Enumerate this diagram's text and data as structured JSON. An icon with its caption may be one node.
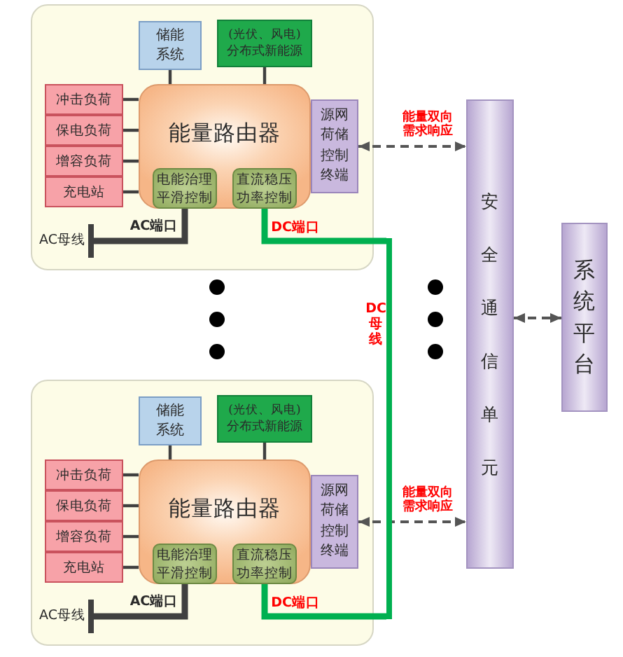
{
  "diagram": {
    "nodes": [
      {
        "text": [],
        "shape": "box"
      },
      {
        "text": [
          "储能系统"
        ],
        "in": 0
      },
      {
        "text": [
          "(光伏、风电)",
          "分布式新能源"
        ],
        "in": 0
      },
      {
        "text": [
          "冲击负荷"
        ],
        "in": 0
      },
      {
        "text": [
          "保电负荷"
        ],
        "in": 0
      },
      {
        "text": [
          "增容负荷"
        ],
        "in": 0
      },
      {
        "text": [
          "充电站"
        ],
        "in": 0
      },
      {
        "text": [
          "能量路由器"
        ],
        "in": 0
      },
      {
        "text": [
          "电能治理平滑控制"
        ],
        "in": 7
      },
      {
        "text": [
          "直流稳压功率控制"
        ],
        "in": 7
      },
      {
        "text": [
          "源网荷储控制终端"
        ],
        "in": 0
      },
      {
        "text": [],
        "shape": "bar",
        "beside": [
          "AC母线"
        ],
        "in": 0
      },
      {
        "text": [],
        "shape": "bar",
        "beside": [
          "DC母线"
        ]
      },
      {
        "text": [
          "安全通信单元"
        ]
      },
      {
        "text": [
          "系统平台"
        ]
      },
      {
        "text": [],
        "shape": "box"
      },
      {
        "text": [
          "储能系统"
        ],
        "in": 15
      },
      {
        "text": [
          "(光伏、风电)",
          "分布式新能源"
        ],
        "in": 15
      },
      {
        "text": [
          "冲击负荷"
        ],
        "in": 15
      },
      {
        "text": [
          "保电负荷"
        ],
        "in": 15
      },
      {
        "text": [
          "增容负荷"
        ],
        "in": 15
      },
      {
        "text": [
          "充电站"
        ],
        "in": 15
      },
      {
        "text": [
          "能量路由器"
        ],
        "in": 15
      },
      {
        "text": [
          "电能治理平滑控制"
        ],
        "in": 22
      },
      {
        "text": [
          "直流稳压功率控制"
        ],
        "in": 22
      },
      {
        "text": [
          "源网荷储控制终端"
        ],
        "in": 15
      },
      {
        "text": [],
        "shape": "bar",
        "beside": [
          "AC母线"
        ],
        "in": 15
      }
    ],
    "edges": [
      {
        "from": 1,
        "to": 7,
        "arrow": "none"
      },
      {
        "from": 2,
        "to": 7,
        "arrow": "none"
      },
      {
        "from": 3,
        "to": 7,
        "arrow": "none"
      },
      {
        "from": 4,
        "to": 7,
        "arrow": "none"
      },
      {
        "from": 5,
        "to": 7,
        "arrow": "none"
      },
      {
        "from": 6,
        "to": 7,
        "arrow": "none"
      },
      {
        "from": 8,
        "to": 11,
        "arrow": "none",
        "label": "AC端口",
        "style": "thick"
      },
      {
        "from": 9,
        "to": 12,
        "arrow": "none",
        "label": "DC端口",
        "style": "thick",
        "color": "#00b050"
      },
      {
        "from": 10,
        "to": 13,
        "arrow": "both",
        "label": "能量双向需求响应",
        "style": "dashed"
      },
      {
        "from": 13,
        "to": 14,
        "arrow": "both",
        "style": "dashed"
      },
      {
        "from": 16,
        "to": 22,
        "arrow": "none"
      },
      {
        "from": 17,
        "to": 22,
        "arrow": "none"
      },
      {
        "from": 18,
        "to": 22,
        "arrow": "none"
      },
      {
        "from": 19,
        "to": 22,
        "arrow": "none"
      },
      {
        "from": 20,
        "to": 22,
        "arrow": "none"
      },
      {
        "from": 21,
        "to": 22,
        "arrow": "none"
      },
      {
        "from": 23,
        "to": 26,
        "arrow": "none",
        "label": "AC端口",
        "style": "thick"
      },
      {
        "from": 24,
        "to": 12,
        "arrow": "none",
        "label": "DC端口",
        "style": "thick",
        "color": "#00b050"
      },
      {
        "from": 25,
        "to": 13,
        "arrow": "both",
        "label": "能量双向需求响应",
        "style": "dashed"
      }
    ]
  }
}
